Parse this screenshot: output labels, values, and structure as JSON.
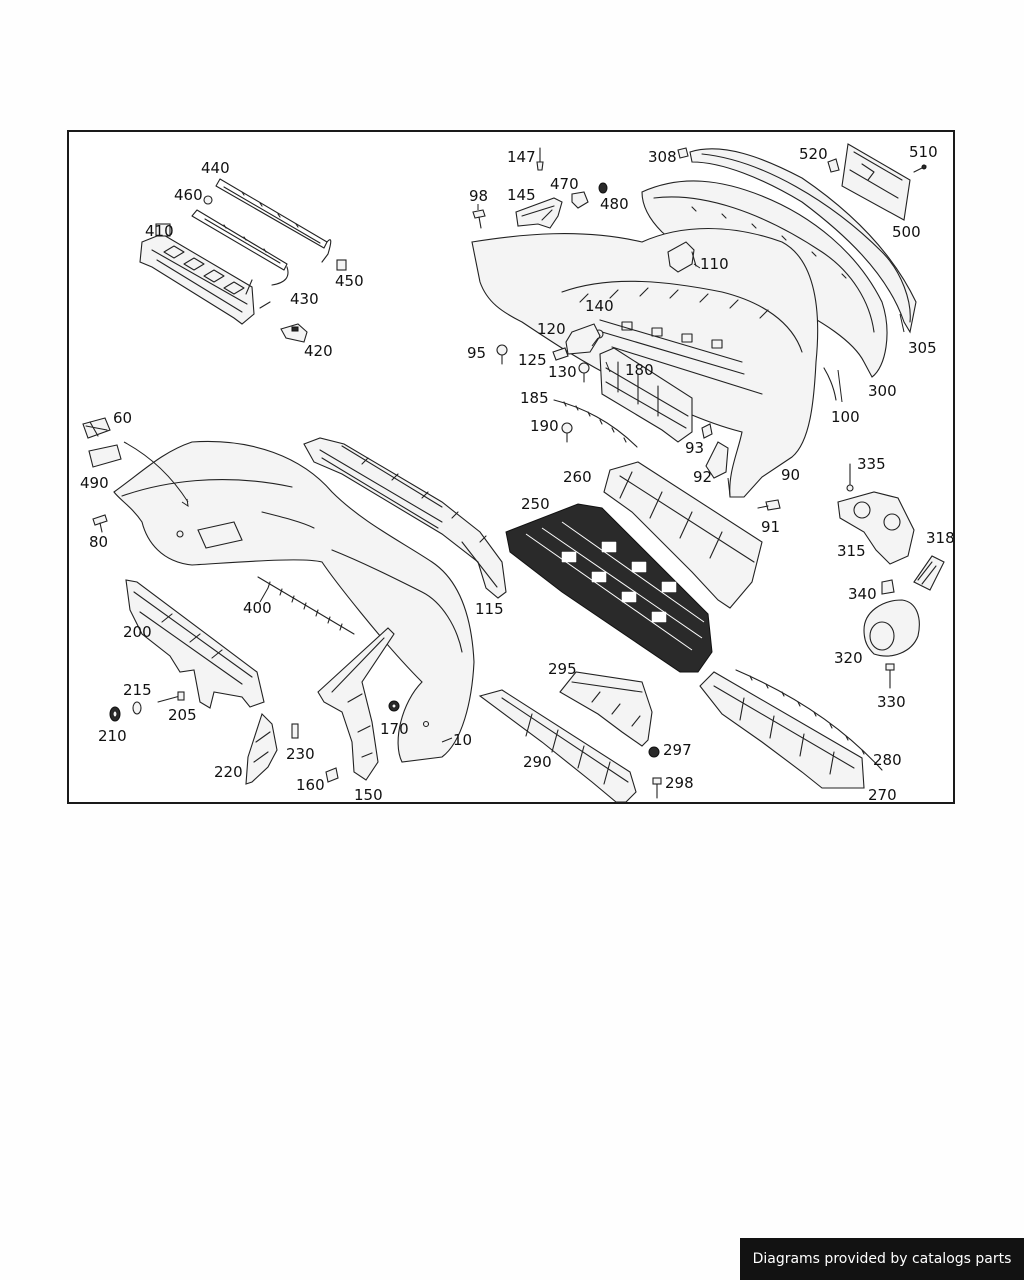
{
  "diagram": {
    "callouts": [
      {
        "id": "440",
        "label": "440"
      },
      {
        "id": "460",
        "label": "460"
      },
      {
        "id": "410",
        "label": "410"
      },
      {
        "id": "450",
        "label": "450"
      },
      {
        "id": "430",
        "label": "430"
      },
      {
        "id": "420",
        "label": "420"
      },
      {
        "id": "60",
        "label": "60"
      },
      {
        "id": "490",
        "label": "490"
      },
      {
        "id": "80",
        "label": "80"
      },
      {
        "id": "400",
        "label": "400"
      },
      {
        "id": "200",
        "label": "200"
      },
      {
        "id": "215",
        "label": "215"
      },
      {
        "id": "205",
        "label": "205"
      },
      {
        "id": "210",
        "label": "210"
      },
      {
        "id": "220",
        "label": "220"
      },
      {
        "id": "230",
        "label": "230"
      },
      {
        "id": "160",
        "label": "160"
      },
      {
        "id": "150",
        "label": "150"
      },
      {
        "id": "170",
        "label": "170"
      },
      {
        "id": "10",
        "label": "10"
      },
      {
        "id": "115",
        "label": "115"
      },
      {
        "id": "147",
        "label": "147"
      },
      {
        "id": "98",
        "label": "98"
      },
      {
        "id": "145",
        "label": "145"
      },
      {
        "id": "470",
        "label": "470"
      },
      {
        "id": "480",
        "label": "480"
      },
      {
        "id": "308",
        "label": "308"
      },
      {
        "id": "520",
        "label": "520"
      },
      {
        "id": "510",
        "label": "510"
      },
      {
        "id": "500",
        "label": "500"
      },
      {
        "id": "110",
        "label": "110"
      },
      {
        "id": "140",
        "label": "140"
      },
      {
        "id": "120",
        "label": "120"
      },
      {
        "id": "95",
        "label": "95"
      },
      {
        "id": "125",
        "label": "125"
      },
      {
        "id": "130",
        "label": "130"
      },
      {
        "id": "180",
        "label": "180"
      },
      {
        "id": "185",
        "label": "185"
      },
      {
        "id": "190",
        "label": "190"
      },
      {
        "id": "305",
        "label": "305"
      },
      {
        "id": "300",
        "label": "300"
      },
      {
        "id": "100",
        "label": "100"
      },
      {
        "id": "93",
        "label": "93"
      },
      {
        "id": "92",
        "label": "92"
      },
      {
        "id": "90",
        "label": "90"
      },
      {
        "id": "260",
        "label": "260"
      },
      {
        "id": "250",
        "label": "250"
      },
      {
        "id": "91",
        "label": "91"
      },
      {
        "id": "335",
        "label": "335"
      },
      {
        "id": "315",
        "label": "315"
      },
      {
        "id": "318",
        "label": "318"
      },
      {
        "id": "340",
        "label": "340"
      },
      {
        "id": "320",
        "label": "320"
      },
      {
        "id": "330",
        "label": "330"
      },
      {
        "id": "295",
        "label": "295"
      },
      {
        "id": "297",
        "label": "297"
      },
      {
        "id": "290",
        "label": "290"
      },
      {
        "id": "298",
        "label": "298"
      },
      {
        "id": "280",
        "label": "280"
      },
      {
        "id": "270",
        "label": "270"
      }
    ]
  },
  "footer": {
    "text": "Diagrams provided by catalogs parts"
  }
}
